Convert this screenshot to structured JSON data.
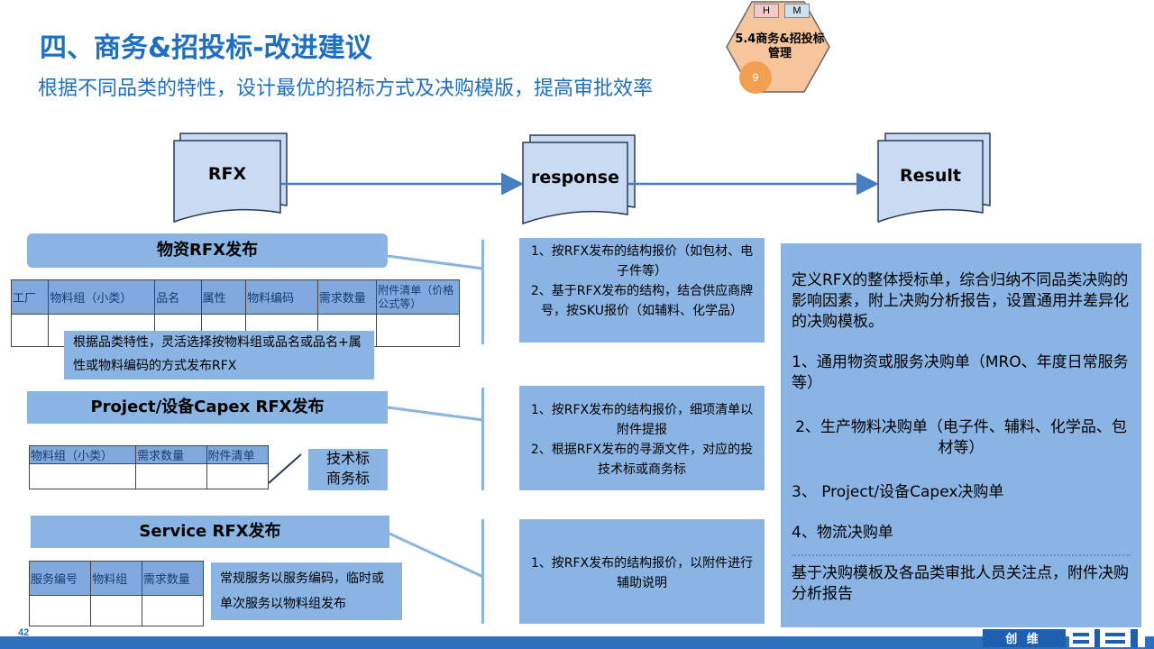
{
  "header": {
    "title": "四、商务&招投标-改进建议",
    "subtitle": "根据不同品类的特性，设计最优的招标方式及决购模版，提高审批效率"
  },
  "badge": {
    "h": "H",
    "m": "M",
    "label": "5.4商务&招投标管理",
    "number": "9"
  },
  "flow": {
    "rfx": "RFX",
    "response": "response",
    "result": "Result"
  },
  "materials": {
    "title": "物资RFX发布",
    "headers": [
      "工厂",
      "物料组（小类）",
      "品名",
      "属性",
      "物料编码",
      "需求数量",
      "附件清单（价格公式等）"
    ],
    "note": "根据品类特性，灵活选择按物料组或品名或品名+属性或物料编码的方式发布RFX",
    "response": "1、按RFX发布的结构报价（如包材、电子件等）\n2、基于RFX发布的结构，结合供应商牌号，按SKU报价（如辅料、化学品）"
  },
  "project": {
    "title": "Project/设备Capex RFX发布",
    "headers": [
      "物料组（小类）",
      "需求数量",
      "附件清单"
    ],
    "note_line1": "技术标",
    "note_line2": "商务标",
    "response": "1、按RFX发布的结构报价，细项清单以附件提报\n2、根据RFX发布的寻源文件，对应的投技术标或商务标"
  },
  "service": {
    "title": "Service RFX发布",
    "headers": [
      "服务编号",
      "物料组",
      "需求数量"
    ],
    "note": "常规服务以服务编码，临时或单次服务以物料组发布",
    "response": "1、按RFX发布的结构报价，以附件进行辅助说明"
  },
  "result": {
    "intro": "定义RFX的整体授标单，综合归纳不同品类决购的影响因素，附上决购分析报告，设置通用并差异化的决购模板。",
    "item1": "1、通用物资或服务决购单（MRO、年度日常服务等）",
    "item2": "2、生产物料决购单（电子件、辅料、化学品、包材等）",
    "item3": "3、 Project/设备Capex决购单",
    "item4": "4、物流决购单",
    "footer": "基于决购模板及各品类审批人员关注点，附件决购分析报告"
  },
  "footer": {
    "page": "42",
    "logo": "创 维"
  },
  "colors": {
    "accent": "#1f6fc0",
    "box": "#8ab4e3",
    "doc": "#c8dbf2",
    "badge_orange": "#f0a050",
    "hex_fill": "#f7c59b"
  }
}
